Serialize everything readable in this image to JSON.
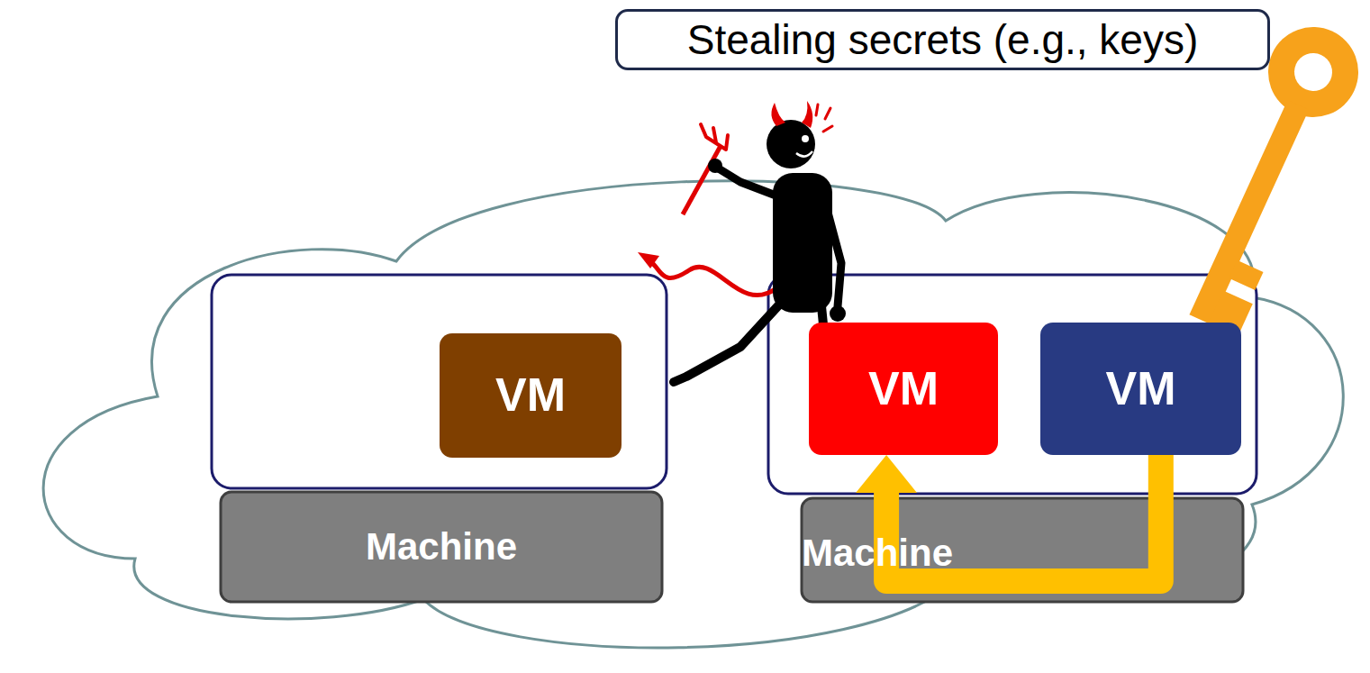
{
  "diagram": {
    "title": "Stealing secrets (e.g., keys)",
    "nodes": [
      {
        "text": [
          "VM"
        ]
      },
      {
        "text": [
          "VM"
        ]
      },
      {
        "text": [
          "VM"
        ]
      },
      {
        "text": [
          "Machine"
        ]
      },
      {
        "text": [
          "Machine"
        ]
      }
    ],
    "edges": [
      {
        "from": 2,
        "to": 1,
        "arrow": "to"
      }
    ]
  }
}
